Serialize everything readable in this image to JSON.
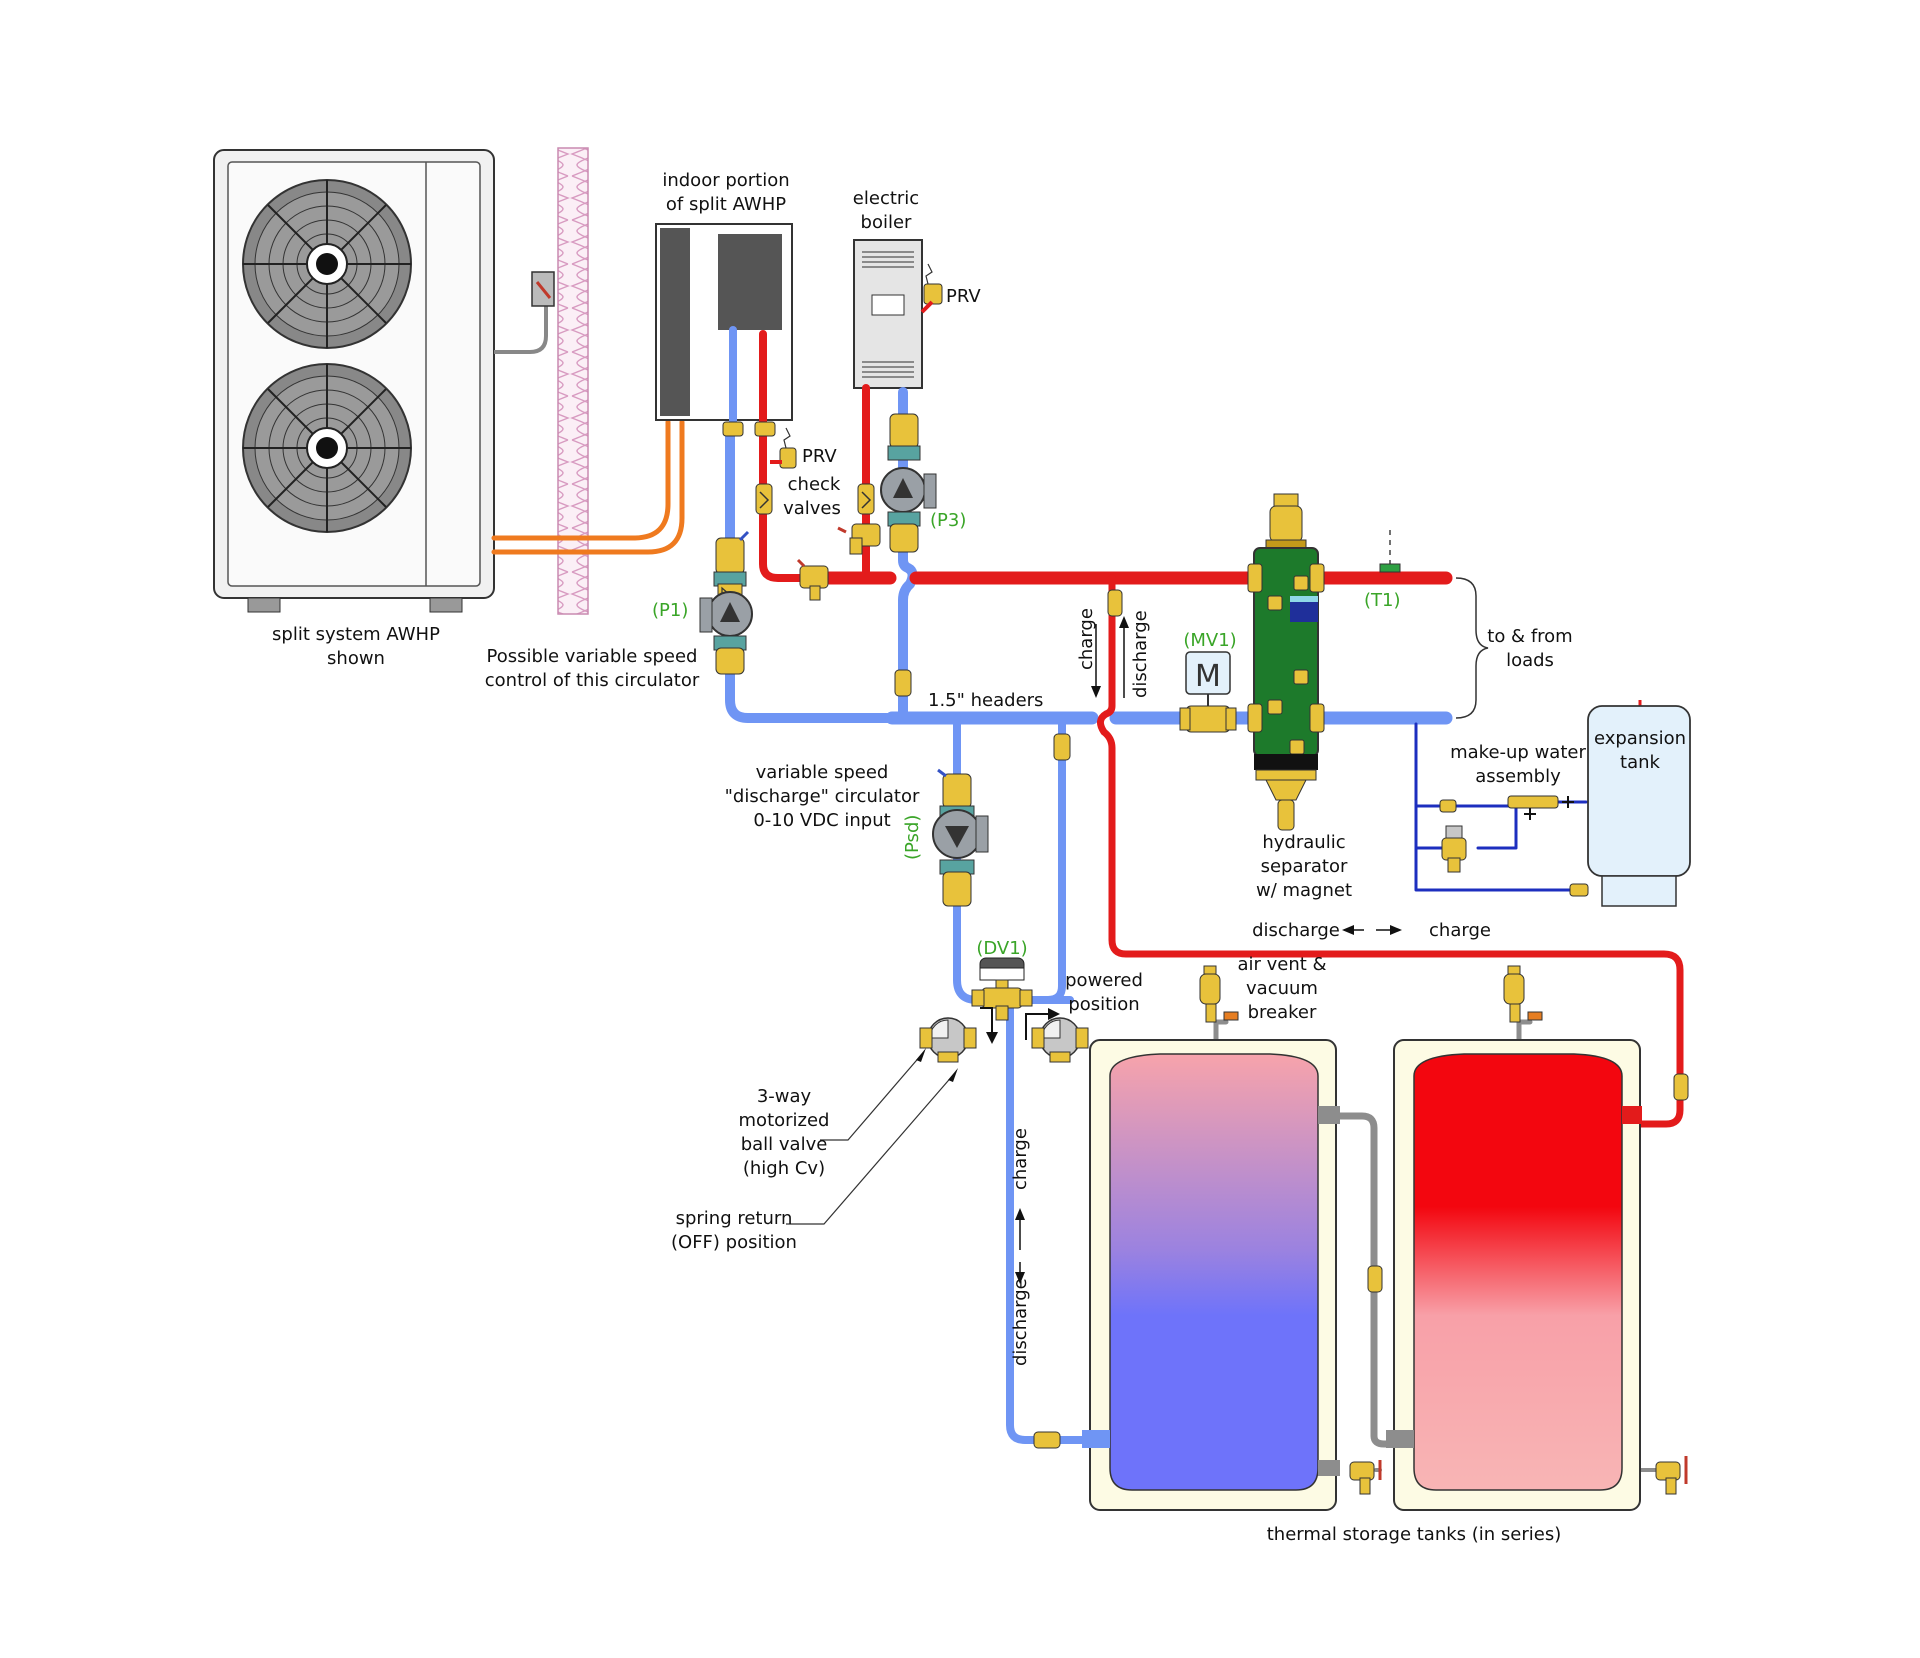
{
  "labels": {
    "split_system_line1": "split system AWHP",
    "split_system_line2": "shown",
    "indoor_line1": "indoor portion",
    "indoor_line2": "of split AWHP",
    "electric_boiler_line1": "electric",
    "electric_boiler_line2": "boiler",
    "prv_boiler": "PRV",
    "prv_awhp": "PRV",
    "check_valves_line1": "check",
    "check_valves_line2": "valves",
    "variable_speed_line1": "Possible variable speed",
    "variable_speed_line2": "control of this circulator",
    "headers": "1.5\" headers",
    "charge_vertical": "charge",
    "discharge_vertical": "discharge",
    "to_from_line1": "to & from",
    "to_from_line2": "loads",
    "makeup_line1": "make-up water",
    "makeup_line2": "assembly",
    "expansion_line1": "expansion",
    "expansion_line2": "tank",
    "hydraulic_line1": "hydraulic",
    "hydraulic_line2": "separator",
    "hydraulic_line3": "w/ magnet",
    "discharge_circ_line1": "variable speed",
    "discharge_circ_line2": "\"discharge\" circulator",
    "discharge_circ_line3": "0-10 VDC input",
    "discharge_arrow": "discharge",
    "charge_arrow": "charge",
    "air_vent_line1": "air vent &",
    "air_vent_line2": "vacuum",
    "air_vent_line3": "breaker",
    "powered_line1": "powered",
    "powered_line2": "position",
    "ball_valve_line1": "3-way",
    "ball_valve_line2": "motorized",
    "ball_valve_line3": "ball valve",
    "ball_valve_line4": "(high Cv)",
    "spring_return_line1": "spring return",
    "spring_return_line2": "(OFF) position",
    "tank_charge_vertical": "charge",
    "tank_discharge_vertical": "discharge",
    "storage_tanks": "thermal storage tanks (in series)",
    "motor_symbol": "M"
  },
  "tags": {
    "p1": "(P1)",
    "p3": "(P3)",
    "mv1": "(MV1)",
    "t1": "(T1)",
    "psd": "(Psd)",
    "dv1": "(DV1)"
  },
  "colors": {
    "supply_pipe": "#e31b1b",
    "return_pipe": "#6f95f4",
    "refrigerant_line": "#ef7a1f",
    "separator": "#1d7a2b",
    "brass": "#e8c23b",
    "makeup_line": "#1d2fbf",
    "tag_green": "#3aa528",
    "tank_jacket": "#fdfbe4"
  }
}
